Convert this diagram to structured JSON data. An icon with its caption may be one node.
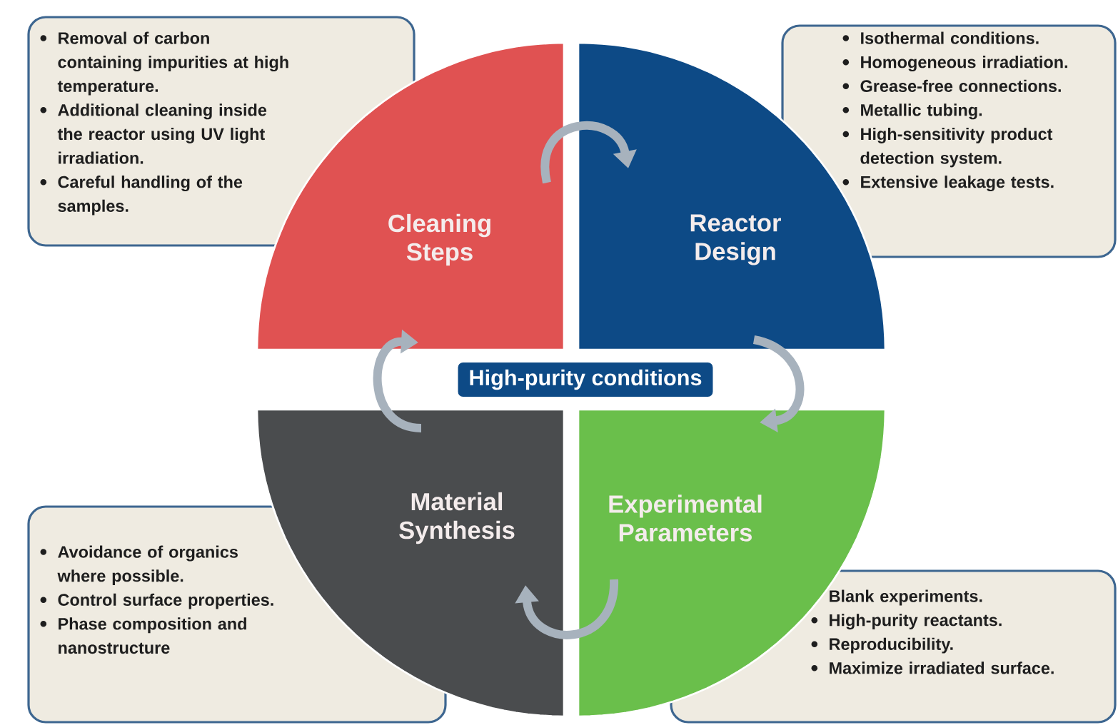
{
  "diagram": {
    "nodes": [
      {
        "text": [
          "Removal of carbon containing impurities at high temperature.",
          "Additional cleaning inside the reactor using UV light irradiation.",
          "Careful handling of the samples."
        ]
      },
      {
        "text": [
          "Cleaning Steps"
        ]
      },
      {
        "text": [
          "Reactor Design"
        ]
      },
      {
        "text": [
          "Isothermal conditions.",
          "Homogeneous irradiation.",
          "Grease-free connections.",
          "Metallic tubing.",
          "High-sensitivity product detection system.",
          "Extensive leakage tests."
        ]
      },
      {
        "text": [
          "High-purity conditions"
        ]
      },
      {
        "text": [
          "Avoidance of organics where possible.",
          "Control surface properties.",
          "Phase composition and nanostructure"
        ]
      },
      {
        "text": [
          "Material Synthesis"
        ]
      },
      {
        "text": [
          "Experimental Parameters"
        ]
      },
      {
        "text": [
          "Blank experiments.",
          "High-purity reactants.",
          "Reproducibility.",
          "Maximize irradiated surface."
        ]
      }
    ],
    "edges": [
      {
        "from": 1,
        "to": 2,
        "arrow": "to"
      },
      {
        "from": 2,
        "to": 7,
        "arrow": "to"
      },
      {
        "from": 7,
        "to": 6,
        "arrow": "to"
      },
      {
        "from": 6,
        "to": 1,
        "arrow": "to"
      }
    ]
  }
}
